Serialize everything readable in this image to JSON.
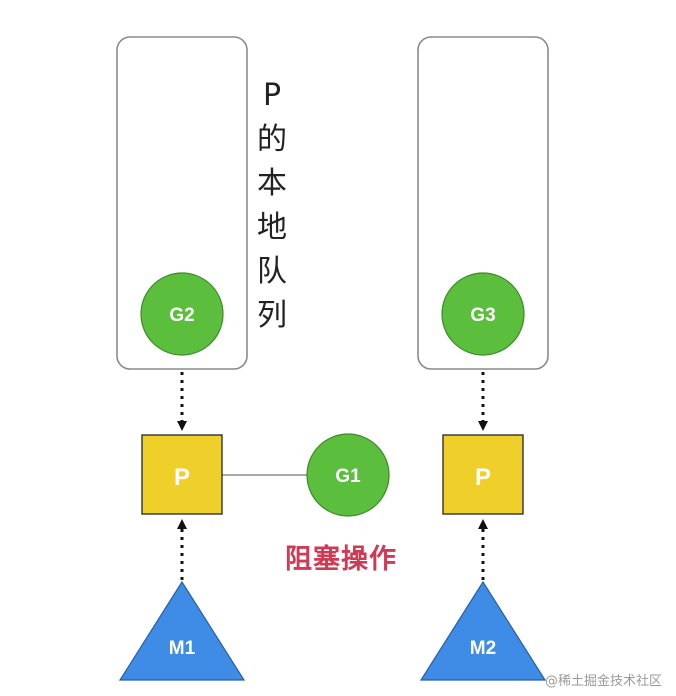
{
  "diagram": {
    "queue_label": "P的本地队列",
    "blocking_label": "阻塞操作",
    "watermark": "@稀土掘金技术社区",
    "nodes": {
      "g2": "G2",
      "g3": "G3",
      "g1": "G1",
      "p_left": "P",
      "p_right": "P",
      "m1": "M1",
      "m2": "M2"
    },
    "colors": {
      "goroutine_green": "#5cbe3d",
      "processor_yellow": "#efcf2a",
      "machine_blue": "#3e8ce5",
      "queue_border": "#8a8a8a",
      "blocking_text": "#d03a55"
    }
  }
}
